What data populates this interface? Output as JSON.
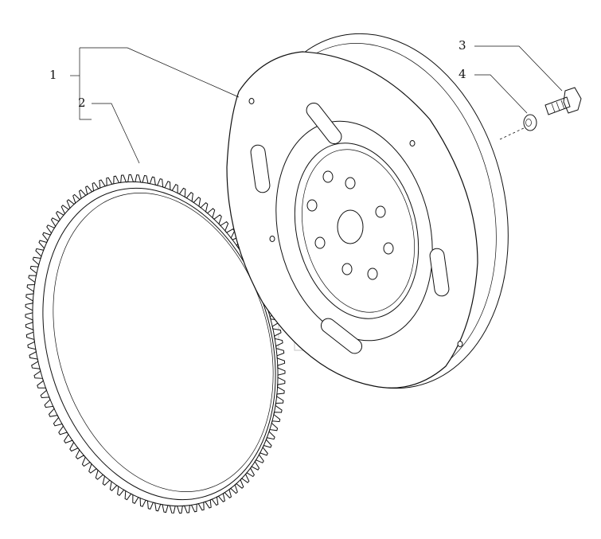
{
  "diagram": {
    "callouts": [
      {
        "id": "1",
        "label": "1"
      },
      {
        "id": "2",
        "label": "2"
      },
      {
        "id": "3",
        "label": "3"
      },
      {
        "id": "4",
        "label": "4"
      }
    ],
    "parts": [
      {
        "name": "flywheel"
      },
      {
        "name": "ring-gear"
      },
      {
        "name": "bolt"
      },
      {
        "name": "washer"
      }
    ],
    "watermark": {
      "type": "logo"
    }
  }
}
